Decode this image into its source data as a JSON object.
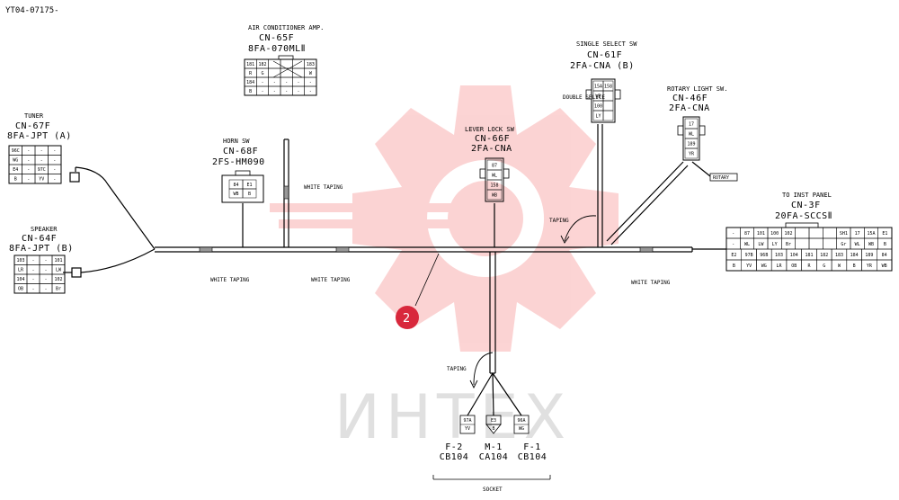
{
  "doc_id": "YT04-07175-",
  "watermark": {
    "text": "ИНТЕХ",
    "color": "#f03c3c"
  },
  "callout": {
    "label": "2",
    "color": "#d8283c"
  },
  "connectors": {
    "air_conditioner": {
      "title": "AIR CONDITIONER AMP.",
      "code": "CN-65F",
      "part": "8FA-070MLⅡ",
      "cells": [
        [
          "181",
          "182",
          "",
          "",
          "",
          "183"
        ],
        [
          "R",
          "G",
          "",
          "",
          "",
          "W"
        ],
        [
          "184",
          "-",
          "-",
          "-",
          "-",
          "-"
        ],
        [
          "B",
          "-",
          "-",
          "-",
          "-",
          "-"
        ]
      ]
    },
    "single_select": {
      "title": "SINGLE SELECT SW",
      "code": "CN-61F",
      "part": "2FA-CNA (B)",
      "cells": [
        [
          "15A",
          "158"
        ],
        [
          "WB",
          ""
        ],
        [
          "100",
          ""
        ],
        [
          "LY",
          ""
        ]
      ]
    },
    "double_splice": {
      "title": "DOUBLE SPLICE"
    },
    "rotary_light": {
      "title": "ROTARY LIGHT SW.",
      "code": "CN-46F",
      "part": "2FA-CNA",
      "cells": [
        [
          "17"
        ],
        [
          "WL"
        ],
        [
          "189"
        ],
        [
          "YR"
        ]
      ],
      "tag": "ROTARY"
    },
    "tuner": {
      "title": "TUNER",
      "code": "CN-67F",
      "part": "8FA-JPT (A)",
      "cells": [
        [
          "96C",
          "-",
          "-",
          "-"
        ],
        [
          "WG",
          "-",
          "-",
          "-"
        ],
        [
          "E4",
          "-",
          "97C",
          "-"
        ],
        [
          "B",
          "-",
          "YV",
          "-"
        ]
      ]
    },
    "horn": {
      "title": "HORN SW",
      "code": "CN-68F",
      "part": "2FS-HM090",
      "cells": [
        [
          "84",
          "E1"
        ],
        [
          "WB",
          "B"
        ]
      ]
    },
    "lever_lock": {
      "title": "LEVER LOCK SW",
      "code": "CN-66F",
      "part": "2FA-CNA",
      "cells": [
        [
          "87"
        ],
        [
          "WL"
        ],
        [
          "158"
        ],
        [
          "WB"
        ]
      ]
    },
    "speaker": {
      "title": "SPEAKER",
      "code": "CN-64F",
      "part": "8FA-JPT (B)",
      "cells": [
        [
          "103",
          "-",
          "-",
          "101"
        ],
        [
          "LR",
          "-",
          "-",
          "LW"
        ],
        [
          "104",
          "-",
          "-",
          "102"
        ],
        [
          "OB",
          "-",
          "-",
          "Br"
        ]
      ]
    },
    "inst_panel": {
      "title": "TO INST PANEL",
      "code": "CN-3F",
      "part": "20FA-SCCSⅡ",
      "cells": [
        [
          "-",
          "87",
          "101",
          "100",
          "102",
          "",
          "",
          "",
          "SH1",
          "17",
          "15A",
          "E1"
        ],
        [
          "-",
          "WL",
          "LW",
          "LY",
          "Br",
          "",
          "",
          "",
          "Gr",
          "WL",
          "WB",
          "B"
        ],
        [
          "E2",
          "97B",
          "96B",
          "103",
          "104",
          "181",
          "182",
          "183",
          "184",
          "189",
          "84"
        ],
        [
          "B",
          "YV",
          "WG",
          "LR",
          "OB",
          "R",
          "G",
          "W",
          "B",
          "YR",
          "WB"
        ]
      ]
    }
  },
  "tapings": {
    "white": "WHITE TAPING",
    "taping": "TAPING"
  },
  "sockets": [
    {
      "code": "F-2",
      "part": "CB104",
      "c1": "97A",
      "c2": "YV"
    },
    {
      "code": "M-1",
      "part": "CA104",
      "c1": "E3",
      "c2": "B"
    },
    {
      "code": "F-1",
      "part": "CB104",
      "c1": "96A",
      "c2": "WG"
    }
  ],
  "socket_label": "SOCKET"
}
